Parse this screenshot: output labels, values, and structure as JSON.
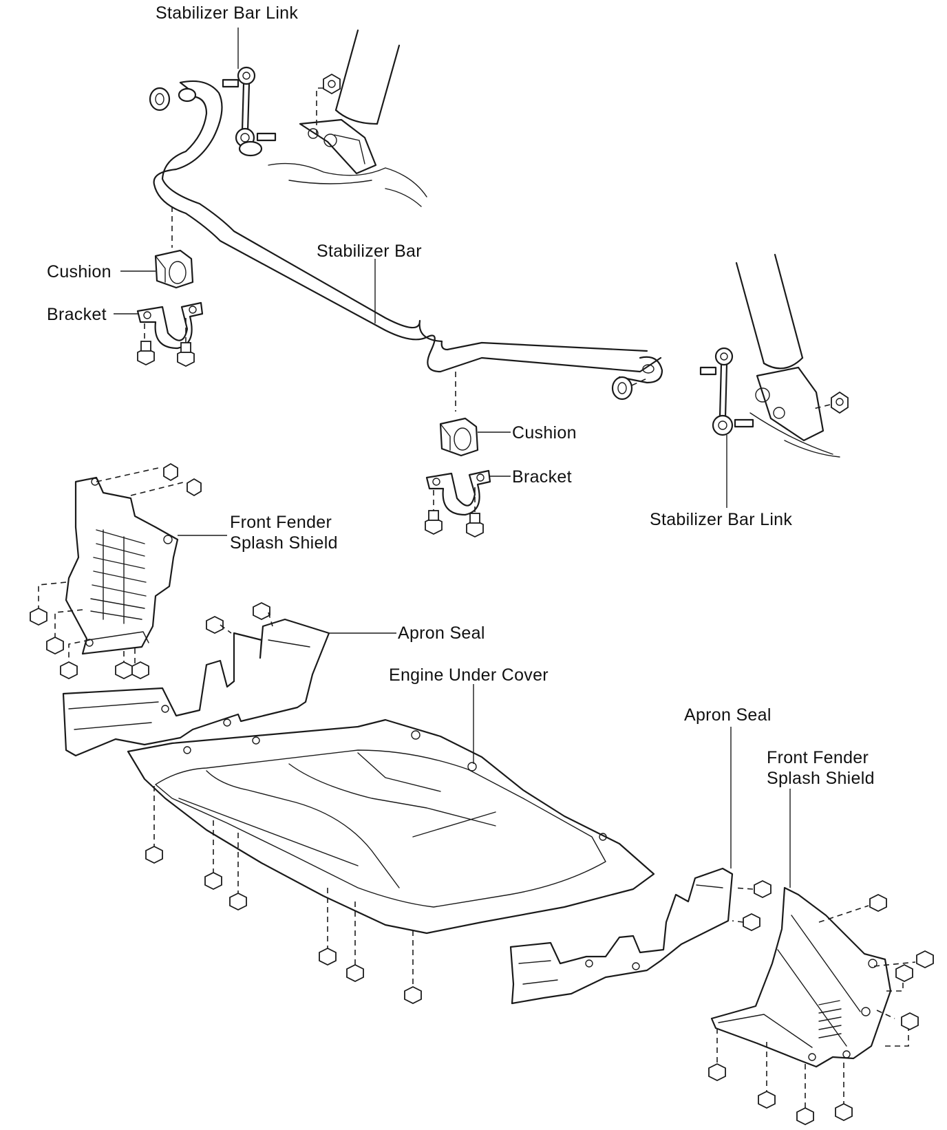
{
  "labels": {
    "stabilizer_bar_link_top": "Stabilizer Bar Link",
    "stabilizer_bar": "Stabilizer Bar",
    "cushion_left": "Cushion",
    "bracket_left": "Bracket",
    "cushion_center": "Cushion",
    "bracket_center": "Bracket",
    "stabilizer_bar_link_right": "Stabilizer Bar Link",
    "front_fender_splash_shield_left": [
      "Front Fender",
      "Splash Shield"
    ],
    "apron_seal_left": "Apron Seal",
    "engine_under_cover": "Engine Under Cover",
    "apron_seal_right": "Apron Seal",
    "front_fender_splash_shield_right": [
      "Front Fender",
      "Splash Shield"
    ]
  }
}
